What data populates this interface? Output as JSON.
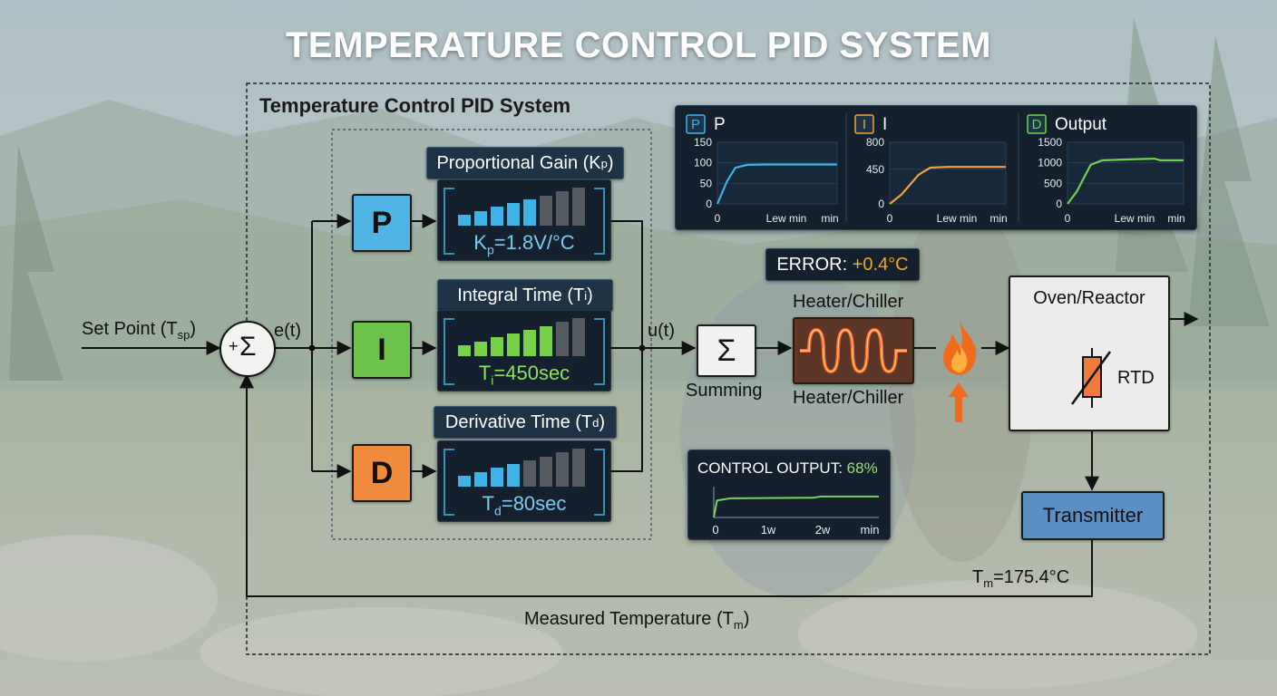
{
  "title": "TEMPERATURE CONTROL PID SYSTEM",
  "frame_title": "Temperature Control PID System",
  "signals": {
    "setpoint": "Set Point (T",
    "setpoint_sub": "sp",
    "setpoint_close": ")",
    "error": "e(t)",
    "control": "u(t)",
    "measured": "Measured Temperature (T",
    "measured_sub": "m",
    "measured_close": ")",
    "tm_prefix": "T",
    "tm_sub": "m",
    "tm_value": "=175.4°C"
  },
  "summing_junction": {
    "plus": "+",
    "sigma": "Σ"
  },
  "blocks": {
    "p": {
      "letter": "P",
      "color": "#4fb3e3"
    },
    "i": {
      "letter": "I",
      "color": "#6cc24a"
    },
    "d": {
      "letter": "D",
      "color": "#f08a3c"
    }
  },
  "gains": {
    "proportional": {
      "title": "Proportional Gain (K",
      "title_sub": "p",
      "title_close": ")",
      "val_prefix": "K",
      "val_sub": "p",
      "val_suffix": "=1.8V/°C",
      "active_bars": 5,
      "total_bars": 8,
      "color": "#3fb2e8",
      "text_color": "#7cc8ee"
    },
    "integral": {
      "title": "Integral Time (T",
      "title_sub": "i",
      "title_close": ")",
      "val_prefix": "T",
      "val_sub": "i",
      "val_suffix": "=450sec",
      "active_bars": 6,
      "total_bars": 8,
      "color": "#79d04a",
      "text_color": "#8fe060"
    },
    "derivative": {
      "title": "Derivative Time (T",
      "title_sub": "d",
      "title_close": ")",
      "val_prefix": "T",
      "val_sub": "d",
      "val_suffix": "=80sec",
      "active_bars": 4,
      "total_bars": 8,
      "color": "#3fb2e8",
      "text_color": "#7cc8ee"
    }
  },
  "summing_block": {
    "symbol": "Σ",
    "label": "Summing"
  },
  "error": {
    "label": "ERROR:",
    "value": "+0.4°C",
    "value_color": "#f5a623"
  },
  "heater": {
    "top_label": "Heater/Chiller",
    "bottom_label": "Heater/Chiller"
  },
  "oven": {
    "title": "Oven/Reactor",
    "sensor": "RTD"
  },
  "transmitter": {
    "label": "Transmitter"
  },
  "control_output": {
    "label": "CONTROL OUTPUT:",
    "value": "68%",
    "value_color": "#9be06c",
    "x_ticks": [
      "0",
      "1w",
      "2w",
      "min"
    ]
  },
  "chart_data": [
    {
      "type": "line",
      "badge": "P",
      "title": "P",
      "color": "#3fb2e8",
      "y_ticks": [
        "150",
        "100",
        "50",
        "0"
      ],
      "ylim": [
        0,
        150
      ],
      "x_ticks": [
        "0",
        "Lew min",
        "min"
      ],
      "series": [
        {
          "x": [
            0,
            0.08,
            0.15,
            0.25,
            0.4,
            0.6,
            1.0
          ],
          "y": [
            0,
            55,
            88,
            95,
            96,
            96,
            96
          ]
        }
      ]
    },
    {
      "type": "line",
      "badge": "I",
      "title": "I",
      "color": "#f5a040",
      "y_ticks": [
        "800",
        "450",
        "0"
      ],
      "ylim": [
        0,
        800
      ],
      "x_ticks": [
        "0",
        "Lew min",
        "min"
      ],
      "series": [
        {
          "x": [
            0,
            0.1,
            0.25,
            0.35,
            0.5,
            0.75,
            1.0
          ],
          "y": [
            0,
            120,
            380,
            470,
            480,
            480,
            480
          ]
        }
      ]
    },
    {
      "type": "line",
      "badge": "D",
      "title": "Output",
      "color": "#6fd34d",
      "y_ticks": [
        "1500",
        "1000",
        "500",
        "0"
      ],
      "ylim": [
        0,
        1500
      ],
      "x_ticks": [
        "0",
        "Lew min",
        "min"
      ],
      "series": [
        {
          "x": [
            0,
            0.08,
            0.2,
            0.3,
            0.5,
            0.75,
            0.8,
            1.0
          ],
          "y": [
            0,
            300,
            950,
            1060,
            1080,
            1100,
            1060,
            1060
          ]
        }
      ]
    },
    {
      "type": "line",
      "title": "CONTROL OUTPUT",
      "color": "#7ad35a",
      "x_ticks": [
        "0",
        "1w",
        "2w",
        "min"
      ],
      "ylim": [
        0,
        100
      ],
      "series": [
        {
          "x": [
            0,
            0.02,
            0.1,
            0.6,
            0.65,
            1.0
          ],
          "y": [
            0,
            55,
            62,
            64,
            68,
            68
          ]
        }
      ]
    }
  ]
}
